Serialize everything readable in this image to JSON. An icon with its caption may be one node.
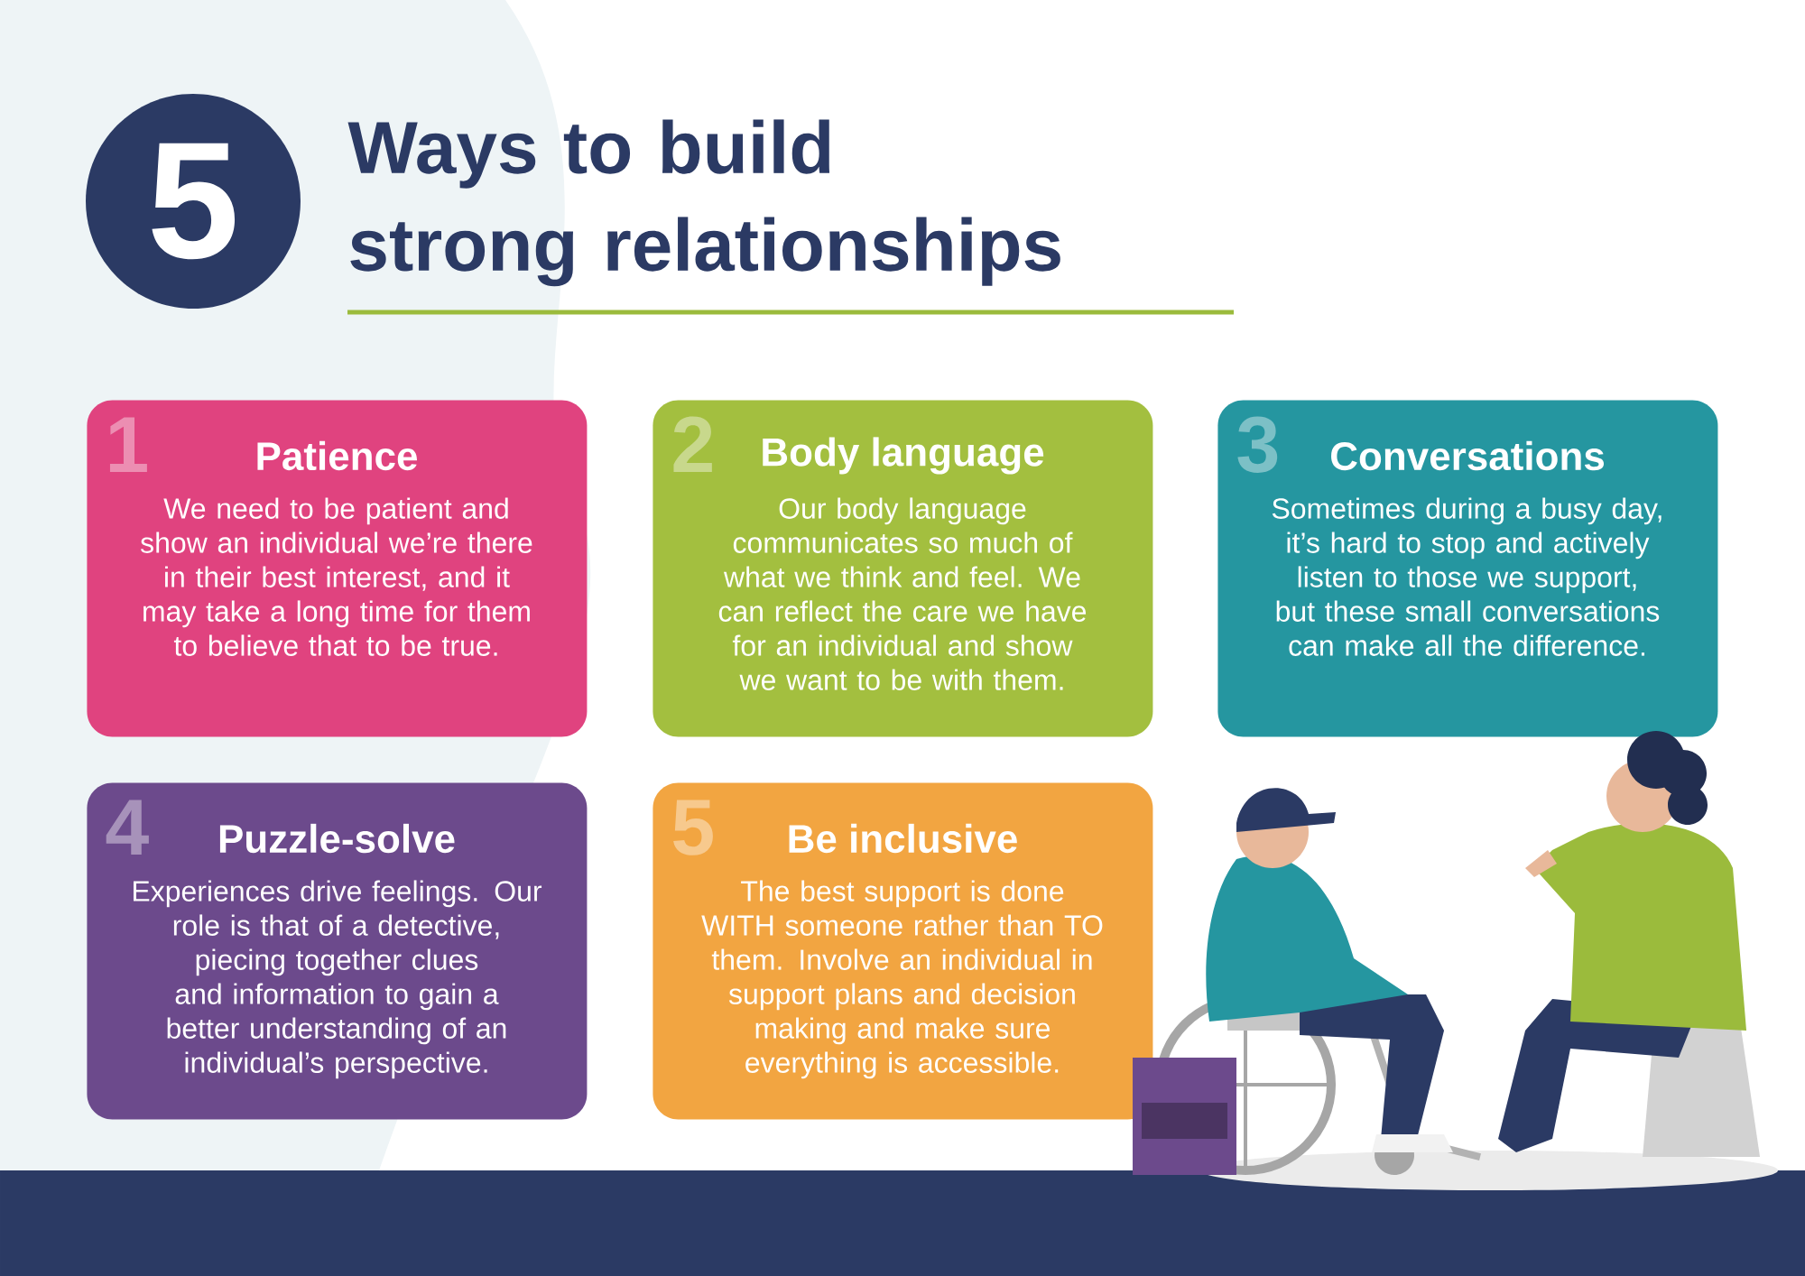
{
  "diagram": {
    "title": "Ways to build strong relationships",
    "nodes": [
      {
        "text": [
          "5"
        ]
      },
      {
        "text": [
          "1",
          "Patience",
          "We need to be patient and show an individual we’re there in their best interest, and it may take a long time for them to believe that to be true."
        ]
      },
      {
        "text": [
          "2",
          "Body language",
          "Our body language communicates so much of what we think and feel. We can reflect the care we have for an individual and show we want to be with them."
        ]
      },
      {
        "text": [
          "3",
          "Conversations",
          "Sometimes during a busy day, it’s hard to stop and actively listen to those we support, but these small conversations can make all the difference."
        ]
      },
      {
        "text": [
          "4",
          "Puzzle-solve",
          "Experiences drive feelings. Our role is that of a detective, piecing together clues and information to gain a better understanding of an individual’s perspective."
        ]
      },
      {
        "text": [
          "5",
          "Be inclusive",
          "The best support is done WITH someone rather than TO them. Involve an individual in support plans and decision making and make sure everything is accessible."
        ]
      }
    ]
  }
}
